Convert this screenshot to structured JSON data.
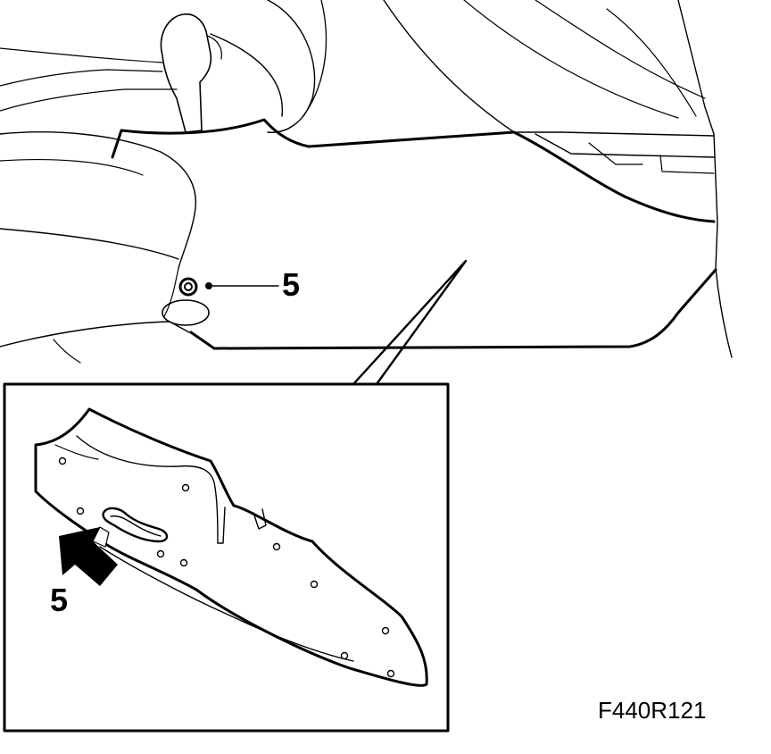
{
  "callouts": {
    "top_label": "5",
    "inset_label": "5"
  },
  "figure_code": "F440R121",
  "colors": {
    "line": "#000000",
    "background": "#ffffff"
  }
}
